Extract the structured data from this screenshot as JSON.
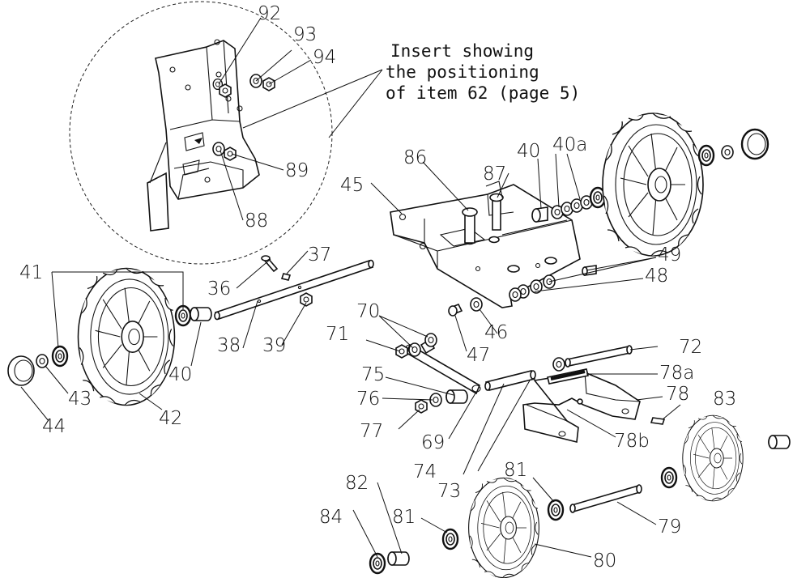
{
  "insert_note": {
    "line1": "Insert showing",
    "line2": "the positioning",
    "line3": "of item 62 (page 5)"
  },
  "labels": {
    "p92": "92",
    "p93": "93",
    "p94": "94",
    "p89": "89",
    "p88": "88",
    "p86": "86",
    "p87": "87",
    "p45": "45",
    "p40_top": "40",
    "p40a": "40a",
    "p49": "49",
    "p48": "48",
    "p41": "41",
    "p36": "36",
    "p37": "37",
    "p38": "38",
    "p39": "39",
    "p40_left": "40",
    "p43": "43",
    "p44": "44",
    "p42": "42",
    "p46": "46",
    "p47": "47",
    "p70": "70",
    "p71": "71",
    "p75": "75",
    "p76": "76",
    "p77": "77",
    "p69": "69",
    "p74": "74",
    "p73": "73",
    "p72": "72",
    "p78a": "78a",
    "p78": "78",
    "p78b": "78b",
    "p83": "83",
    "p82": "82",
    "p84": "84",
    "p81_a": "81",
    "p81_b": "81",
    "p79": "79",
    "p80": "80"
  }
}
